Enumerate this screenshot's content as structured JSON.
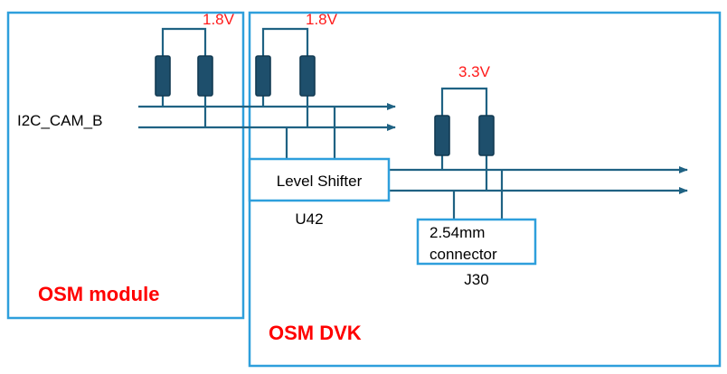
{
  "colors": {
    "frame": "#2e9fdc",
    "wire": "#1f6283",
    "resistor_fill": "#1e4f6c",
    "resistor_stroke": "#123a52",
    "voltage_label": "#ff1a1a",
    "title_label": "#ff0000",
    "text": "#000000"
  },
  "osm_module": {
    "title": "OSM module",
    "signal": "I2C_CAM_B",
    "pullup_voltage": "1.8V"
  },
  "osm_dvk": {
    "title": "OSM DVK",
    "pullup_voltage_left": "1.8V",
    "pullup_voltage_right": "3.3V",
    "level_shifter": {
      "label": "Level Shifter",
      "ref": "U42"
    },
    "connector": {
      "label_line1": "2.54mm",
      "label_line2": "connector",
      "ref": "J30"
    }
  }
}
